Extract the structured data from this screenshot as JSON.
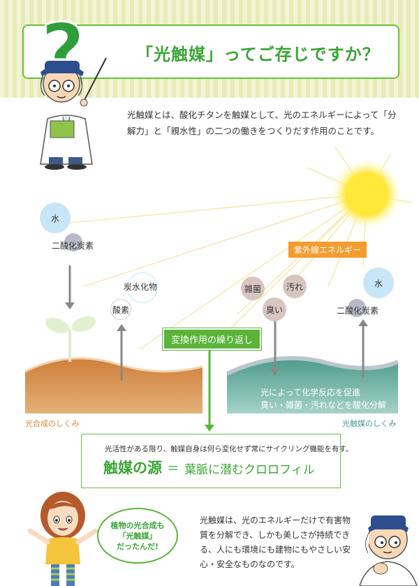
{
  "header": {
    "title": "「光触媒」ってご存じですか？"
  },
  "intro": "光触媒とは、酸化チタンを触媒として、光のエネルギーによって「分解力」と「親水性」の二つの働きをつくりだす作用のことです。",
  "photosynthesis": {
    "water": "水",
    "co2": "二酸化炭素",
    "carbohydrate": "炭水化物",
    "oxygen": "酸素",
    "caption": "光合成のしくみ"
  },
  "photocatalysis": {
    "uv_label": "紫外線エネルギー",
    "bacteria": "雑菌",
    "dirt": "汚れ",
    "odor": "臭い",
    "water": "水",
    "co2": "二酸化炭素",
    "result_line1": "光によって化学反応を促進",
    "result_line2": "臭い・雑菌・汚れなどを酸化分解",
    "caption": "光触媒のしくみ"
  },
  "cycle_label": "変換作用の繰り返し",
  "source": {
    "note": "光活性がある限り、触媒自身は何ら変化せず常にサイクリング機能を有す。",
    "main": "触媒の源",
    "equals": "＝",
    "sub": "葉脈に潜むクロロフィル"
  },
  "speech": "植物の光合成も\n「光触媒」\nだったんだ!",
  "closing": "光触媒は、光のエネルギーだけで有害物質を分解でき、しかも美しさが持続できる、人にも環境にも建物にもやさしい安心・安全なものなのです。"
}
